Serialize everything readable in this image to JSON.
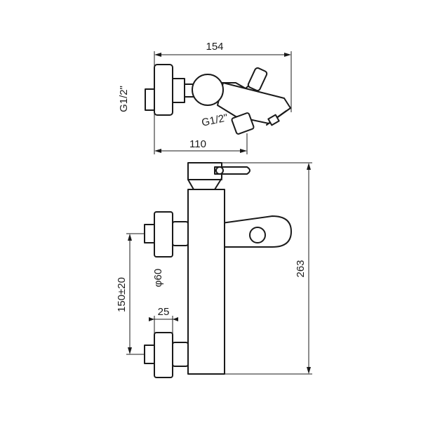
{
  "dimensions": {
    "overall_width": "154",
    "spout_projection": "110",
    "inlet_thread_top": "G1/2\"",
    "outlet_thread": "G1/2\"",
    "eccentric_diameter": "φ60",
    "centers_distance": "150±20",
    "connection_length": "25",
    "overall_height": "263"
  }
}
